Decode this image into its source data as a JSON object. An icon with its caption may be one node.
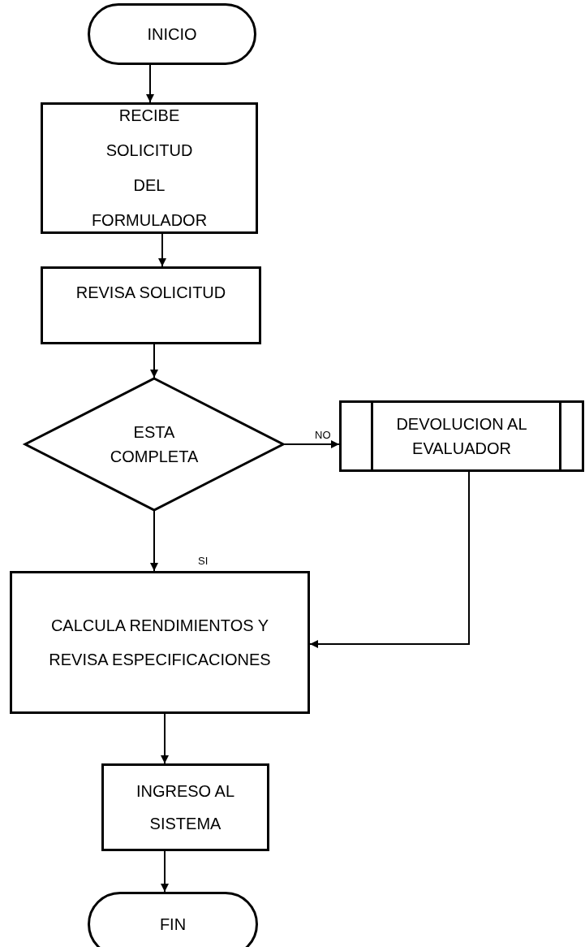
{
  "diagram": {
    "nodes": [
      {
        "text": [
          "INICIO"
        ]
      },
      {
        "text": [
          "RECIBE SOLICITUD DEL FORMULADOR"
        ]
      },
      {
        "text": [
          "REVISA SOLICITUD"
        ]
      },
      {
        "text": [
          "ESTA COMPLETA"
        ]
      },
      {
        "text": [
          "DEVOLUCION AL EVALUADOR"
        ]
      },
      {
        "text": [
          "CALCULA RENDIMIENTOS Y REVISA ESPECIFICACIONES"
        ]
      },
      {
        "text": [
          "INGRESO AL SISTEMA"
        ]
      },
      {
        "text": [
          "FIN"
        ]
      }
    ],
    "edges": [
      {
        "from": 0,
        "to": 1,
        "arrow": "to"
      },
      {
        "from": 1,
        "to": 2,
        "arrow": "to"
      },
      {
        "from": 2,
        "to": 3,
        "arrow": "to"
      },
      {
        "from": 3,
        "to": 4,
        "arrow": "to",
        "label": "NO"
      },
      {
        "from": 3,
        "to": 5,
        "arrow": "to",
        "label": "SI"
      },
      {
        "from": 4,
        "to": 5,
        "arrow": "to"
      },
      {
        "from": 5,
        "to": 6,
        "arrow": "to"
      },
      {
        "from": 6,
        "to": 7,
        "arrow": "to"
      }
    ]
  }
}
